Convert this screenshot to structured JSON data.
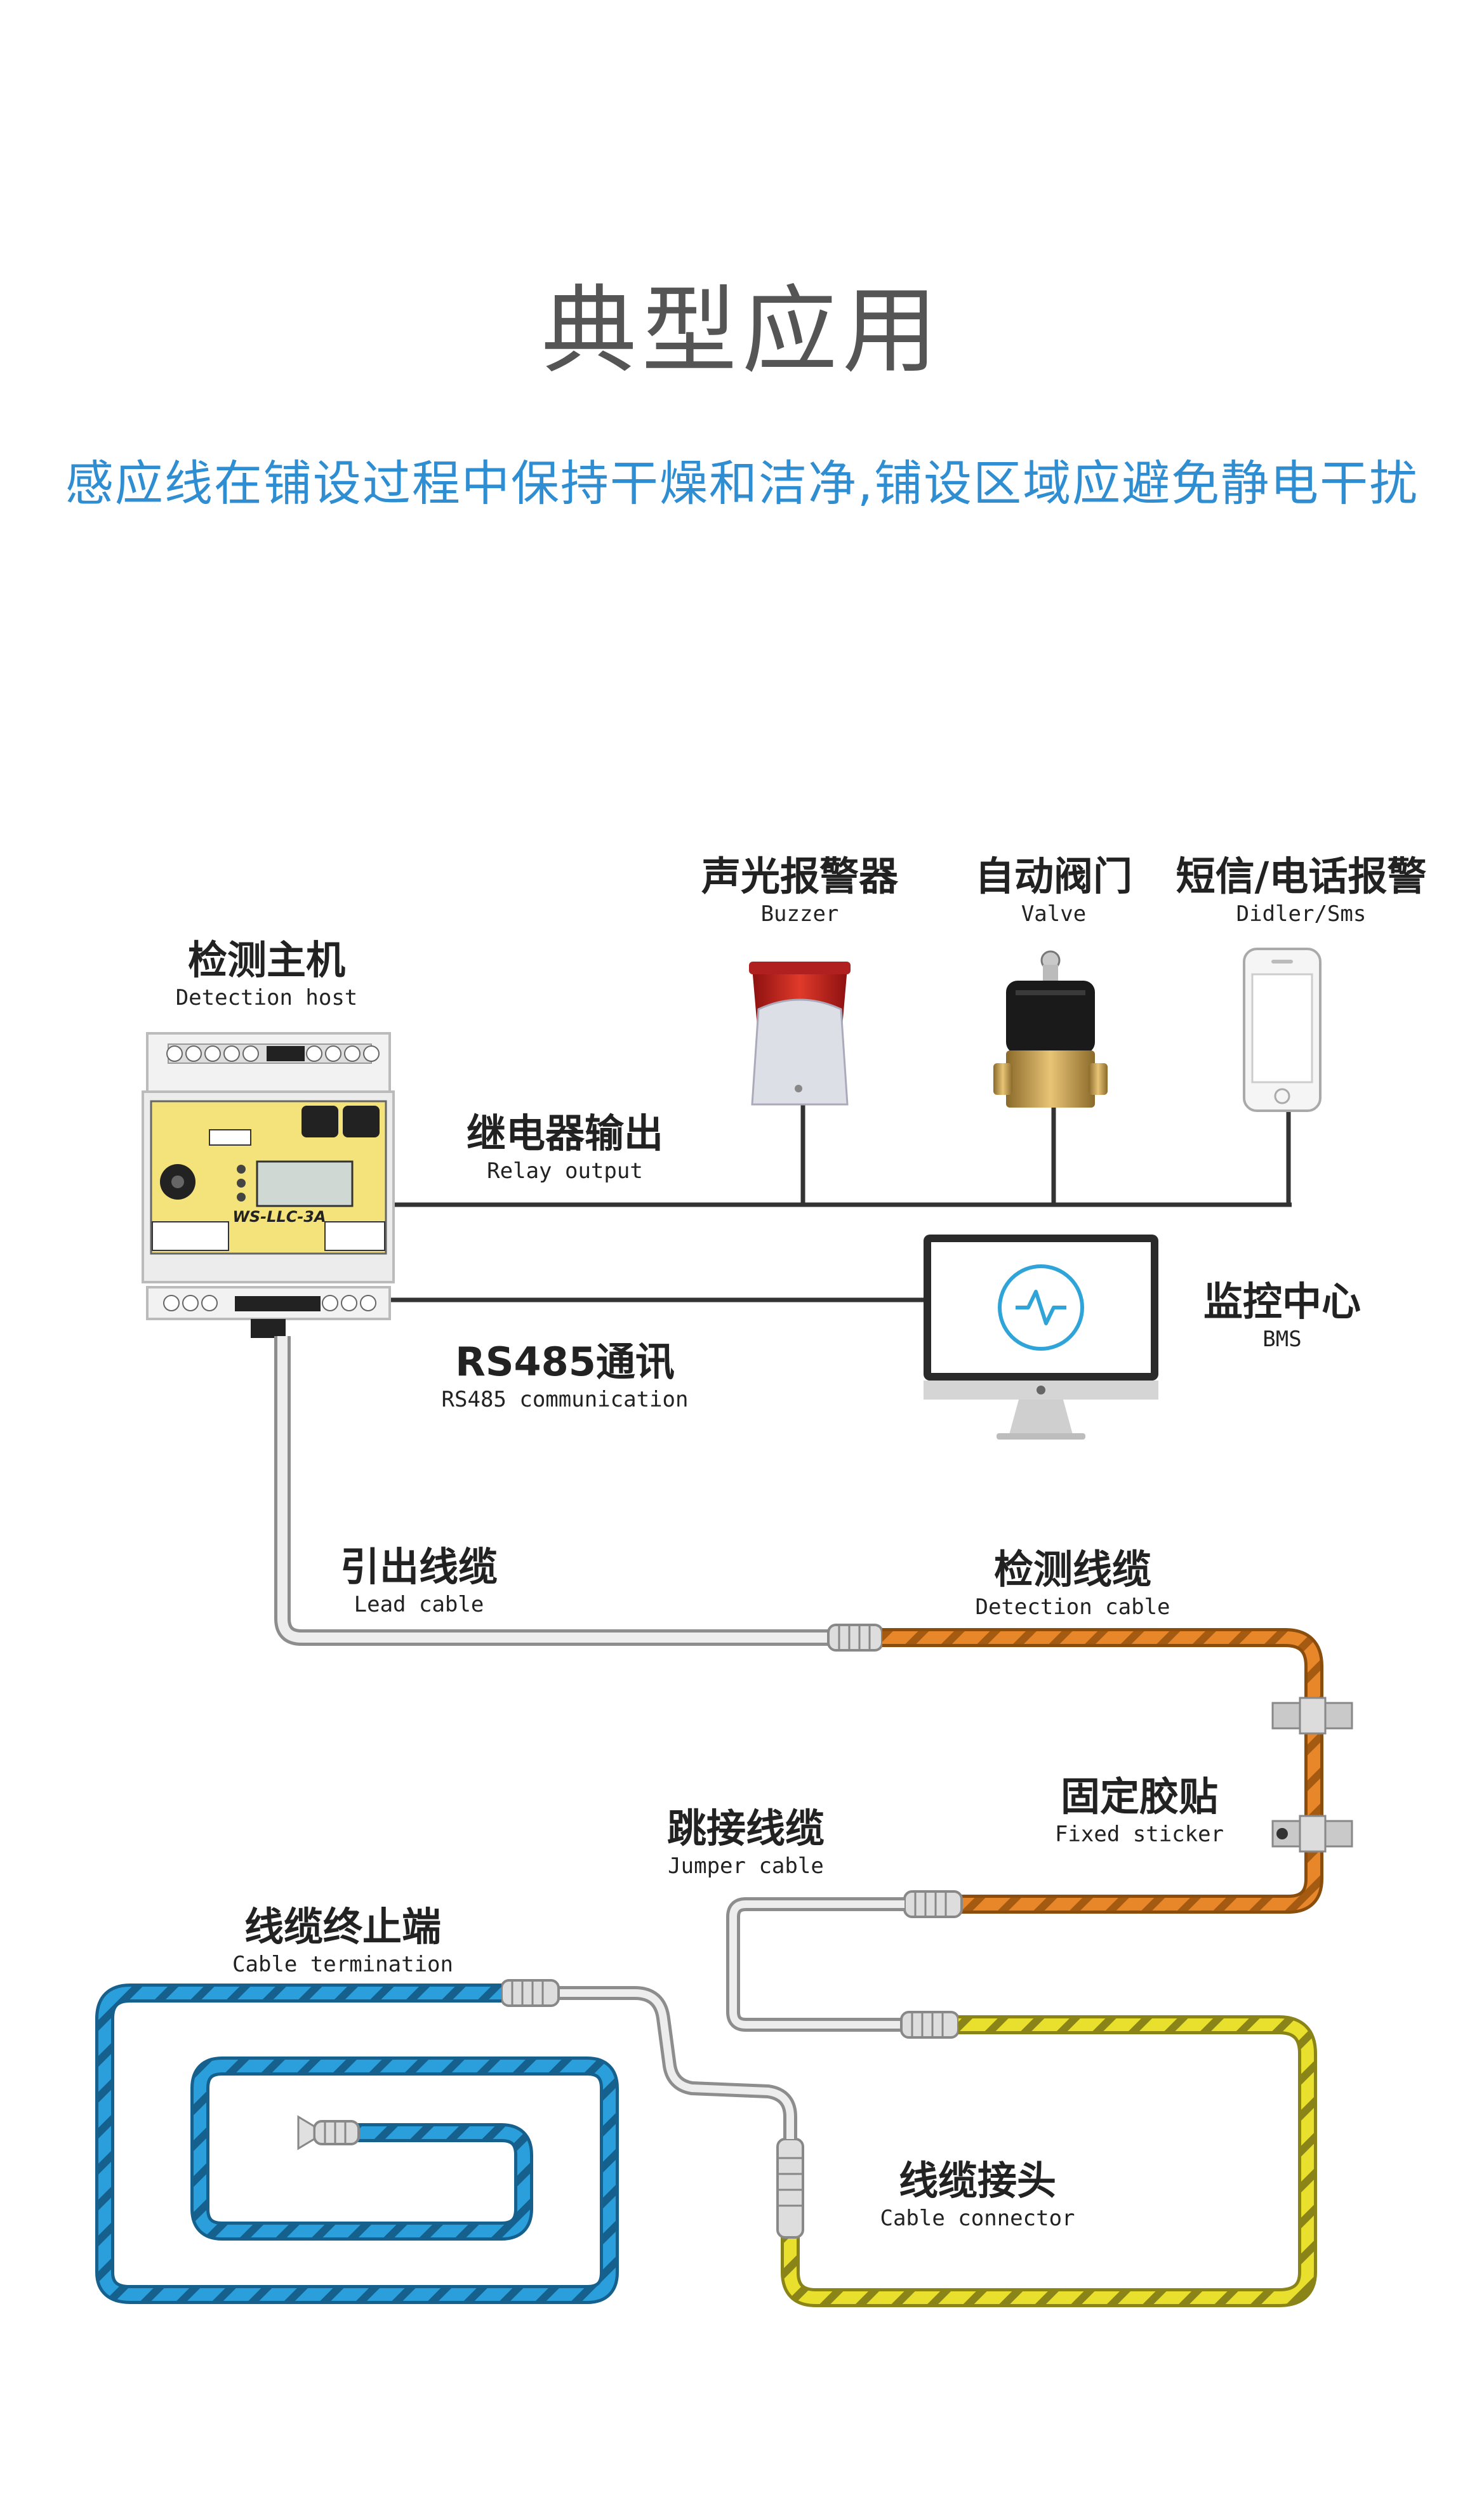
{
  "header": {
    "title": "典型应用",
    "subtitle": "感应线在铺设过程中保持干燥和洁净,铺设区域应避免静电干扰"
  },
  "nodes": {
    "host": {
      "cn": "检测主机",
      "en": "Detection host",
      "model": "WS-LLC-3A"
    },
    "buzzer": {
      "cn": "声光报警器",
      "en": "Buzzer"
    },
    "valve": {
      "cn": "自动阀门",
      "en": "Valve"
    },
    "sms": {
      "cn": "短信/电话报警",
      "en": "Didler/Sms"
    },
    "relay": {
      "cn": "继电器输出",
      "en": "Relay output"
    },
    "bms": {
      "cn": "监控中心",
      "en": "BMS"
    },
    "rs485": {
      "cn": "RS485通讯",
      "en": "RS485 communication"
    },
    "lead": {
      "cn": "引出线缆",
      "en": "Lead cable"
    },
    "detection_cable": {
      "cn": "检测线缆",
      "en": "Detection cable"
    },
    "sticker": {
      "cn": "固定胶贴",
      "en": "Fixed sticker"
    },
    "jumper": {
      "cn": "跳接线缆",
      "en": "Jumper cable"
    },
    "termination": {
      "cn": "线缆终止端",
      "en": "Cable termination"
    },
    "connector": {
      "cn": "线缆接头",
      "en": "Cable connector"
    }
  },
  "colors": {
    "title": "#555555",
    "subtitle": "#2f8dd2",
    "orange_cable": "#e8862a",
    "yellow_cable": "#e8e02c",
    "blue_cable": "#2a9fdc",
    "host_panel": "#f4e27a"
  }
}
